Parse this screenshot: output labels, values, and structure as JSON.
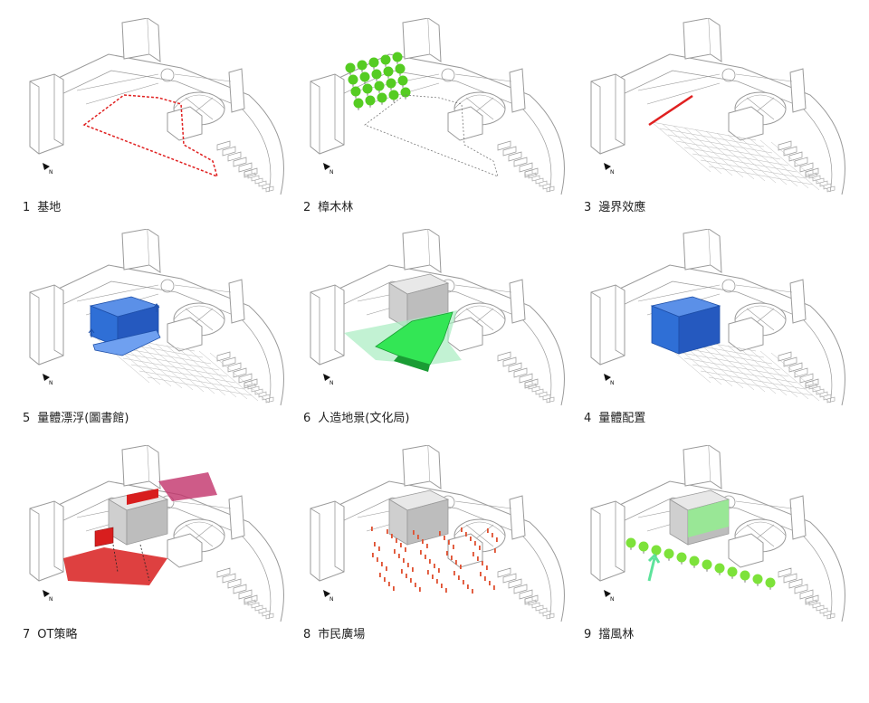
{
  "panels": [
    {
      "num": "1",
      "label": "基地"
    },
    {
      "num": "2",
      "label": "樟木林"
    },
    {
      "num": "3",
      "label": "邊界效應"
    },
    {
      "num": "5",
      "label": "量體漂浮(圖書館)"
    },
    {
      "num": "6",
      "label": "人造地景(文化局)"
    },
    {
      "num": "4",
      "label": "量體配置"
    },
    {
      "num": "7",
      "label": "OT策略"
    },
    {
      "num": "8",
      "label": "市民廣場"
    },
    {
      "num": "9",
      "label": "擋風林"
    }
  ],
  "north_marker": "N",
  "colors": {
    "site_boundary": "#e02020",
    "trees": "#55cc22",
    "library_volume": "#2f6fd6",
    "landscape": "#33e655",
    "ot_strategy": "#d81e1e",
    "citizens": "#e05030",
    "windbreak": "#7de23a",
    "base_lines": "#9a9a9a"
  }
}
